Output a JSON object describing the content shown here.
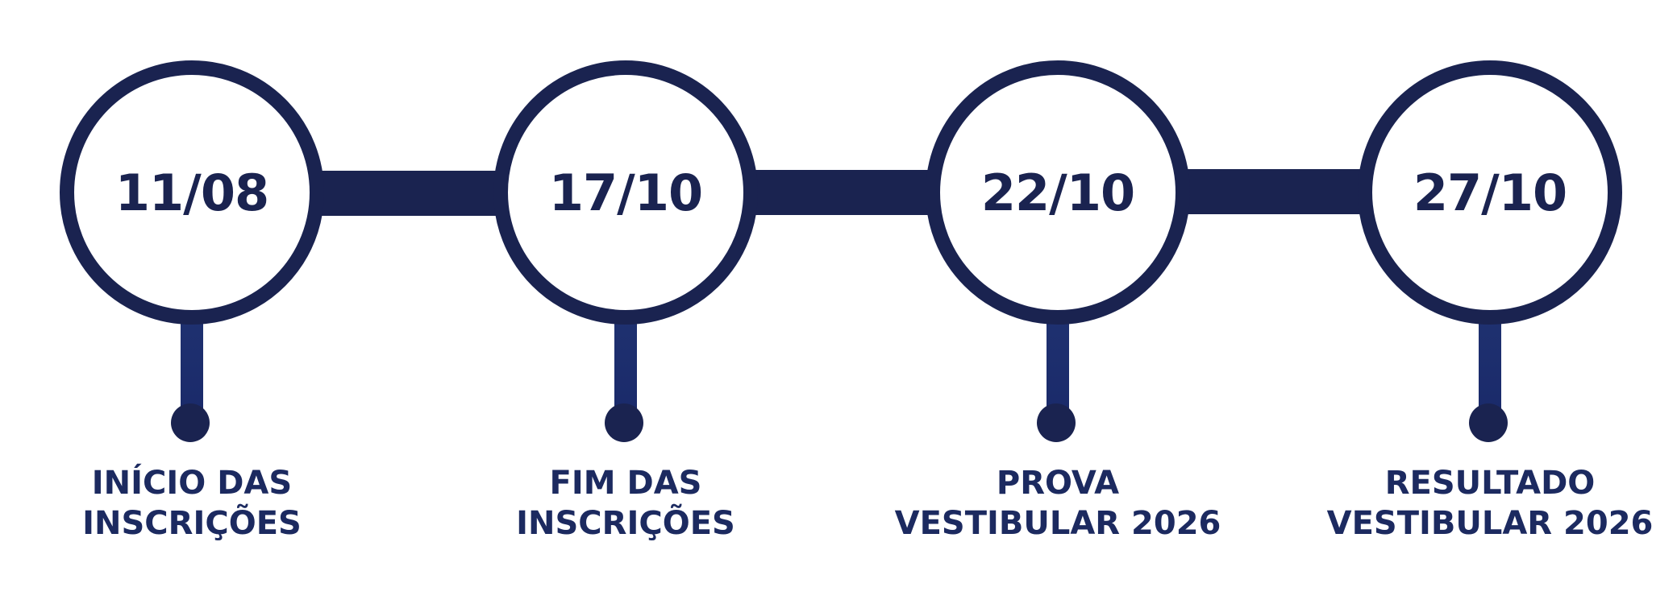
{
  "milestones": [
    {
      "date": "11/08",
      "label_line1": "INÍCIO DAS",
      "label_line2": "INSCRIÇÕES"
    },
    {
      "date": "17/10",
      "label_line1": "FIM DAS",
      "label_line2": "INSCRIÇÕES"
    },
    {
      "date": "22/10",
      "label_line1": "PROVA",
      "label_line2": "VESTIBULAR 2026"
    },
    {
      "date": "27/10",
      "label_line1": "RESULTADO",
      "label_line2": "VESTIBULAR 2026"
    }
  ],
  "colors": {
    "primary": "#1a2350",
    "text": "#1c2a60",
    "background": "#ffffff"
  }
}
